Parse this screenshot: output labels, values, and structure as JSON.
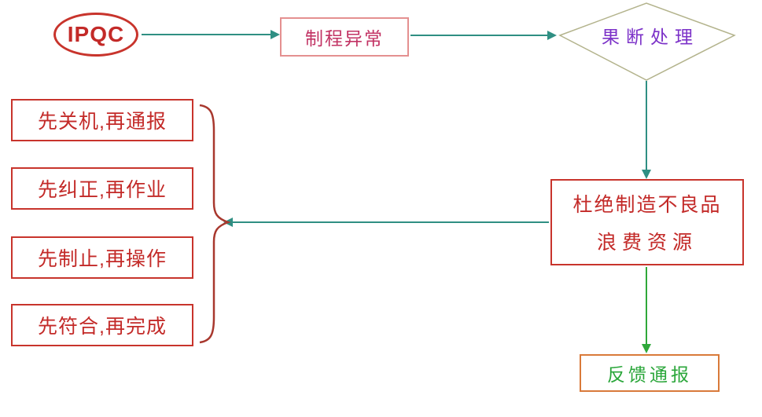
{
  "nodes": {
    "ipqc": "IPQC",
    "process_exception": "制程异常",
    "decisive_handling": "果断处理",
    "prevent_waste_line1": "杜绝制造不良品",
    "prevent_waste_line2": "浪费资源",
    "feedback_report": "反馈通报",
    "rules": [
      {
        "label": "先关机,再通报"
      },
      {
        "label": "先纠正,再作业"
      },
      {
        "label": "先制止,再操作"
      },
      {
        "label": "先符合,再完成"
      }
    ]
  },
  "colors": {
    "node_red": "#c8342c",
    "red_text": "#c32a28",
    "magenta_text": "#c23364",
    "purple_text": "#7c32c8",
    "green_text": "#2aa63a",
    "light_red_border": "#e49090",
    "orange_border": "#d97a3a",
    "diamond_border": "#b3b38c",
    "arrow_teal": "#2f8f83",
    "arrow_green": "#2fa83a",
    "brace_color": "#a8382e"
  }
}
